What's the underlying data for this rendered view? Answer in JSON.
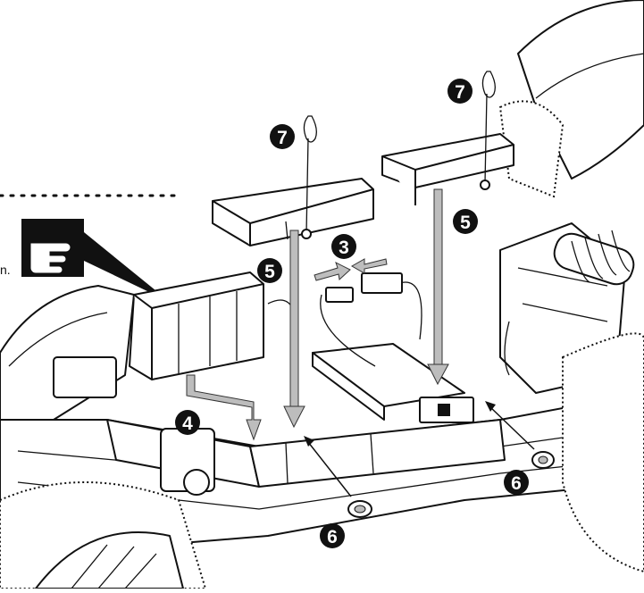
{
  "steps": {
    "step3": "3",
    "step4": "4",
    "step5_left": "5",
    "step5_right": "5",
    "step6_left": "6",
    "step6_right": "6",
    "step7_left": "7",
    "step7_right": "7"
  },
  "cut_text": "n.",
  "colors": {
    "ink": "#111111",
    "arrow_fill": "#bdbdbd",
    "background": "#ffffff"
  },
  "icons": [
    "pointing-hand-icon",
    "body-clip-icon",
    "washer-icon"
  ]
}
